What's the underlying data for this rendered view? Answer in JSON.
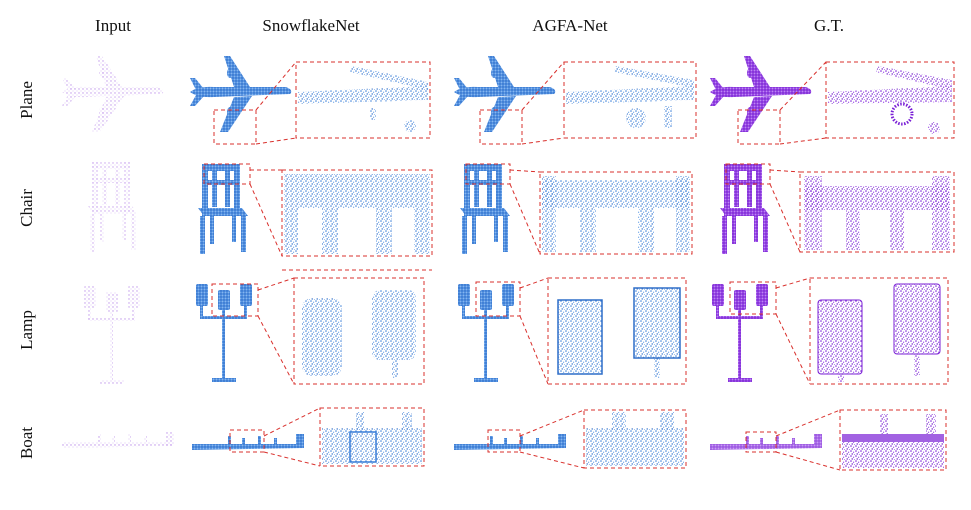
{
  "columns": [
    "Input",
    "SnowflakeNet",
    "AGFA-Net",
    "G.T."
  ],
  "rows": [
    "Plane",
    "Chair",
    "Lamp",
    "Boat"
  ],
  "colors": {
    "input": "#b07ce6",
    "snowflake": "#3a7fd8",
    "agfa": "#3a7fd8",
    "gt": "#8a2be2",
    "zoom_box": "#d9302c"
  }
}
